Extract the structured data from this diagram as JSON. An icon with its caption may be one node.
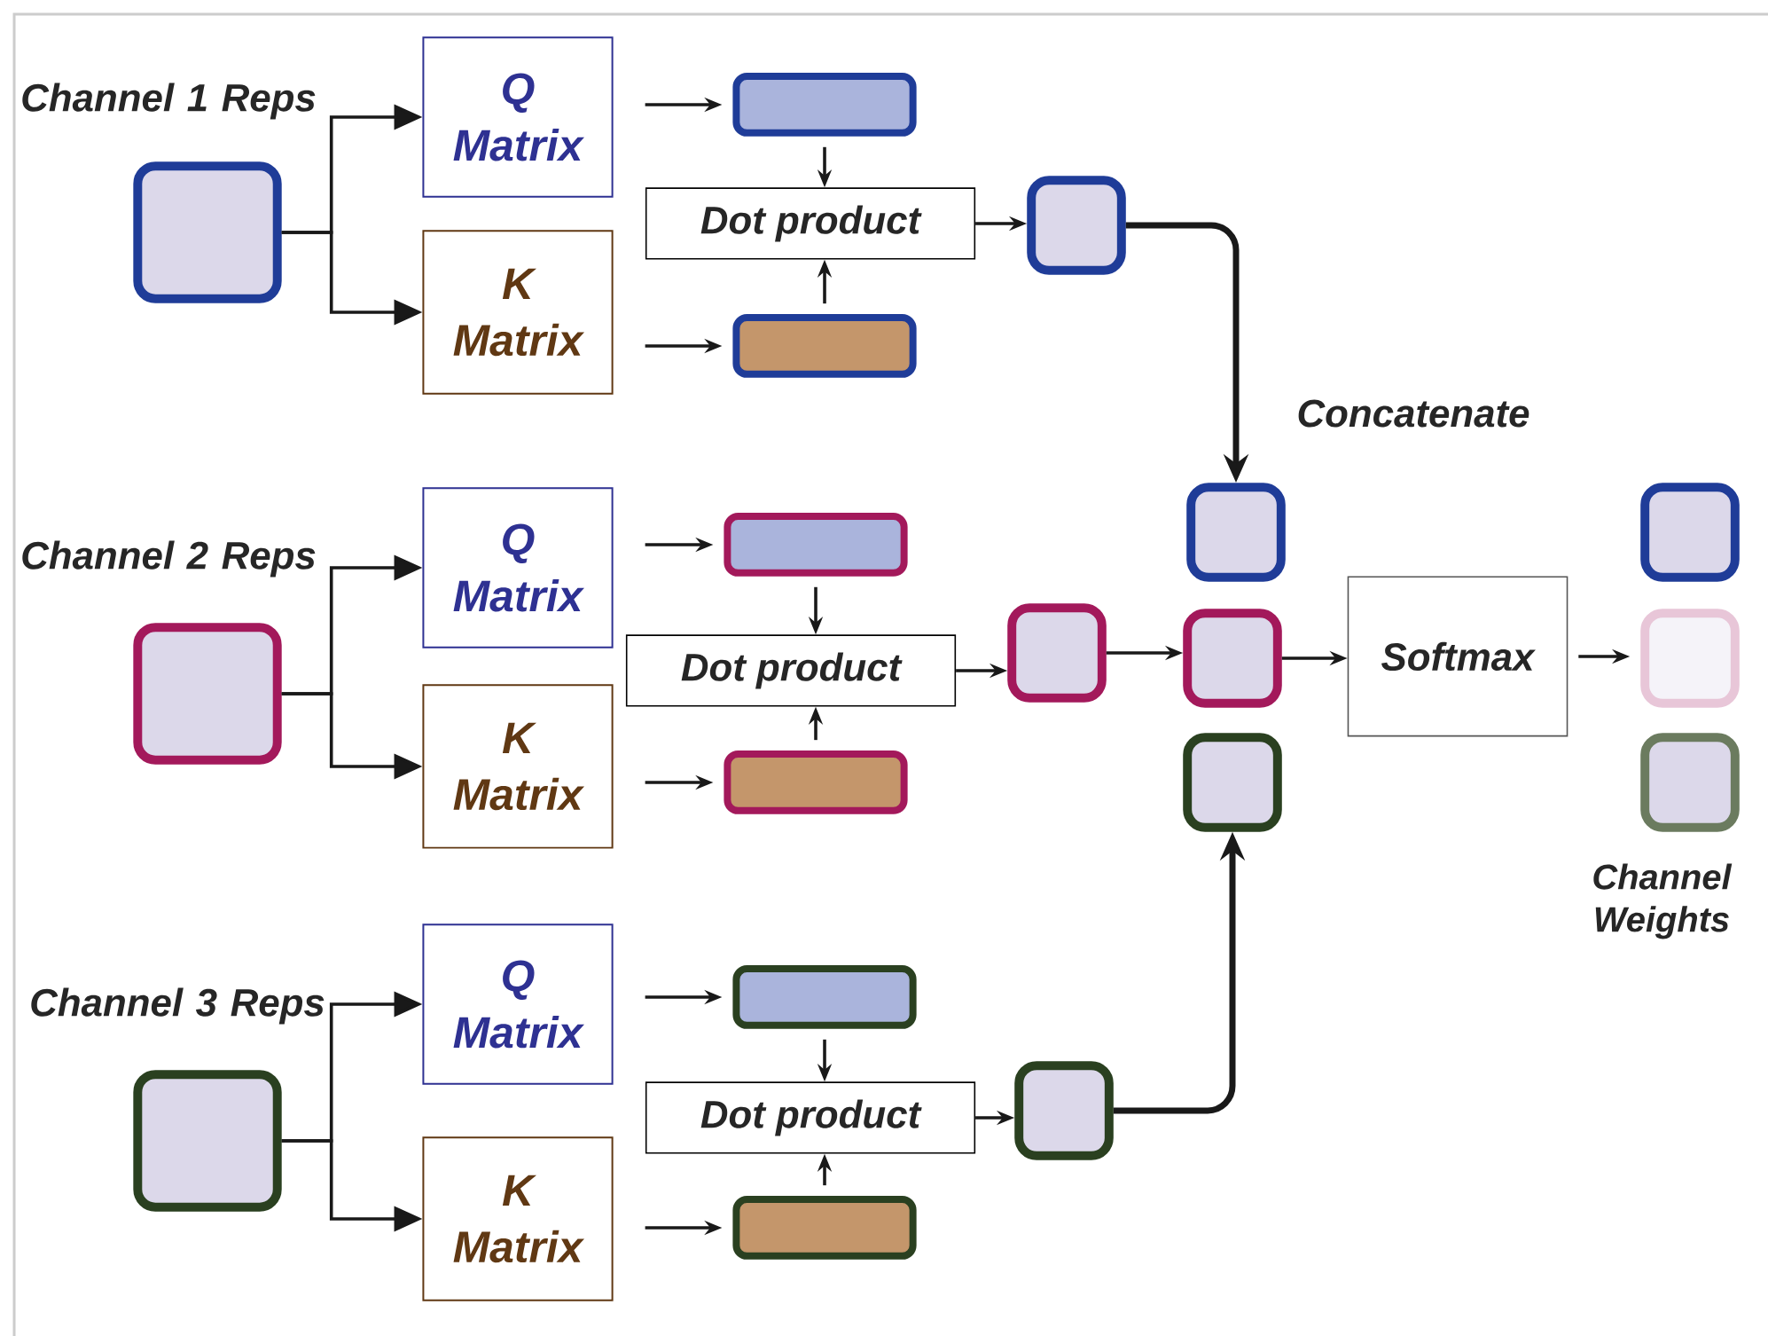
{
  "diagram": {
    "nodes": [
      {
        "text": [
          "Channel 1 Reps"
        ]
      },
      {
        "text": [
          "Q Matrix"
        ]
      },
      {
        "text": [
          "K Matrix"
        ]
      },
      {
        "text": [],
        "shape": "bar"
      },
      {
        "text": [],
        "shape": "bar"
      },
      {
        "text": [
          "Dot product"
        ]
      },
      {
        "text": [],
        "shape": "box"
      },
      {
        "text": [
          "Channel 2 Reps"
        ]
      },
      {
        "text": [
          "Q Matrix"
        ]
      },
      {
        "text": [
          "K Matrix"
        ]
      },
      {
        "text": [],
        "shape": "bar"
      },
      {
        "text": [],
        "shape": "bar"
      },
      {
        "text": [
          "Dot product"
        ]
      },
      {
        "text": [],
        "shape": "box"
      },
      {
        "text": [
          "Channel 3 Reps"
        ]
      },
      {
        "text": [
          "Q Matrix"
        ]
      },
      {
        "text": [
          "K Matrix"
        ]
      },
      {
        "text": [],
        "shape": "bar"
      },
      {
        "text": [],
        "shape": "bar"
      },
      {
        "text": [
          "Dot product"
        ]
      },
      {
        "text": [],
        "shape": "box"
      },
      {
        "text": [],
        "shape": "box"
      },
      {
        "text": [],
        "shape": "box"
      },
      {
        "text": [],
        "shape": "box"
      },
      {
        "text": [
          "Softmax"
        ]
      },
      {
        "text": [],
        "shape": "box"
      },
      {
        "text": [],
        "shape": "box"
      },
      {
        "text": [],
        "shape": "box"
      }
    ],
    "edges": [
      {
        "from": 0,
        "to": 1,
        "arrow": "to"
      },
      {
        "from": 0,
        "to": 2,
        "arrow": "to"
      },
      {
        "from": 1,
        "to": 3,
        "arrow": "to"
      },
      {
        "from": 2,
        "to": 4,
        "arrow": "to"
      },
      {
        "from": 3,
        "to": 5,
        "arrow": "to"
      },
      {
        "from": 4,
        "to": 5,
        "arrow": "to"
      },
      {
        "from": 5,
        "to": 6,
        "arrow": "to"
      },
      {
        "from": 7,
        "to": 8,
        "arrow": "to"
      },
      {
        "from": 7,
        "to": 9,
        "arrow": "to"
      },
      {
        "from": 8,
        "to": 10,
        "arrow": "to"
      },
      {
        "from": 9,
        "to": 11,
        "arrow": "to"
      },
      {
        "from": 10,
        "to": 12,
        "arrow": "to"
      },
      {
        "from": 11,
        "to": 12,
        "arrow": "to"
      },
      {
        "from": 12,
        "to": 13,
        "arrow": "to"
      },
      {
        "from": 14,
        "to": 15,
        "arrow": "to"
      },
      {
        "from": 14,
        "to": 16,
        "arrow": "to"
      },
      {
        "from": 15,
        "to": 17,
        "arrow": "to"
      },
      {
        "from": 16,
        "to": 18,
        "arrow": "to"
      },
      {
        "from": 17,
        "to": 19,
        "arrow": "to"
      },
      {
        "from": 18,
        "to": 19,
        "arrow": "to"
      },
      {
        "from": 19,
        "to": 20,
        "arrow": "to"
      },
      {
        "from": 6,
        "to": 21,
        "arrow": "to",
        "label": "Concatenate",
        "style": "thick"
      },
      {
        "from": 13,
        "to": 22,
        "arrow": "to"
      },
      {
        "from": 20,
        "to": 23,
        "arrow": "to",
        "style": "thick"
      },
      {
        "from": 22,
        "to": 24,
        "arrow": "to"
      },
      {
        "from": 24,
        "to": 26,
        "arrow": "to"
      }
    ],
    "labels": [
      "Channel Weights"
    ]
  }
}
